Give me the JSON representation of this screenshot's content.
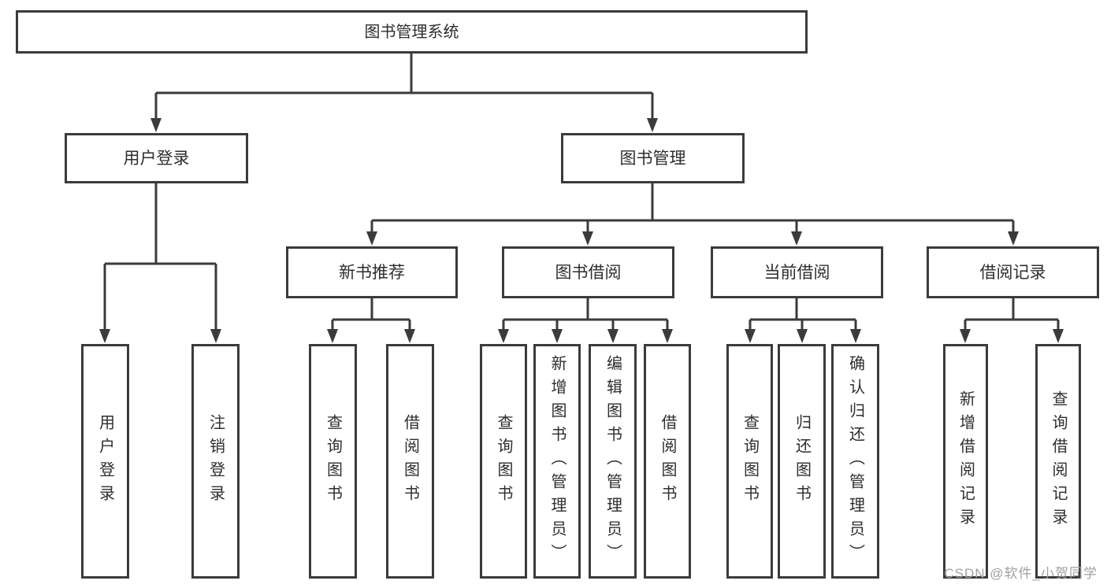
{
  "diagram": {
    "tree": {
      "label": "图书管理系统",
      "children": [
        {
          "label": "用户登录",
          "children": [
            {
              "label": "用户登录"
            },
            {
              "label": "注销登录"
            }
          ]
        },
        {
          "label": "图书管理",
          "children": [
            {
              "label": "新书推荐",
              "children": [
                {
                  "label": "查询图书"
                },
                {
                  "label": "借阅图书"
                }
              ]
            },
            {
              "label": "图书借阅",
              "children": [
                {
                  "label": "查询图书"
                },
                {
                  "label": "新增图书（管理员）"
                },
                {
                  "label": "编辑图书（管理员）"
                },
                {
                  "label": "借阅图书"
                }
              ]
            },
            {
              "label": "当前借阅",
              "children": [
                {
                  "label": "查询图书"
                },
                {
                  "label": "归还图书"
                },
                {
                  "label": "确认归还（管理员）"
                }
              ]
            },
            {
              "label": "借阅记录",
              "children": [
                {
                  "label": "新增借阅记录"
                },
                {
                  "label": "查询借阅记录"
                }
              ]
            }
          ]
        }
      ]
    },
    "colors": {
      "line": "#3b3b3b",
      "box_border": "#3b3b3b",
      "box_background": "#ffffff",
      "text": "#2e2e2e",
      "watermark": "#a0a0a0"
    }
  },
  "watermark": {
    "text": "CSDN @软件_小贺同学"
  }
}
